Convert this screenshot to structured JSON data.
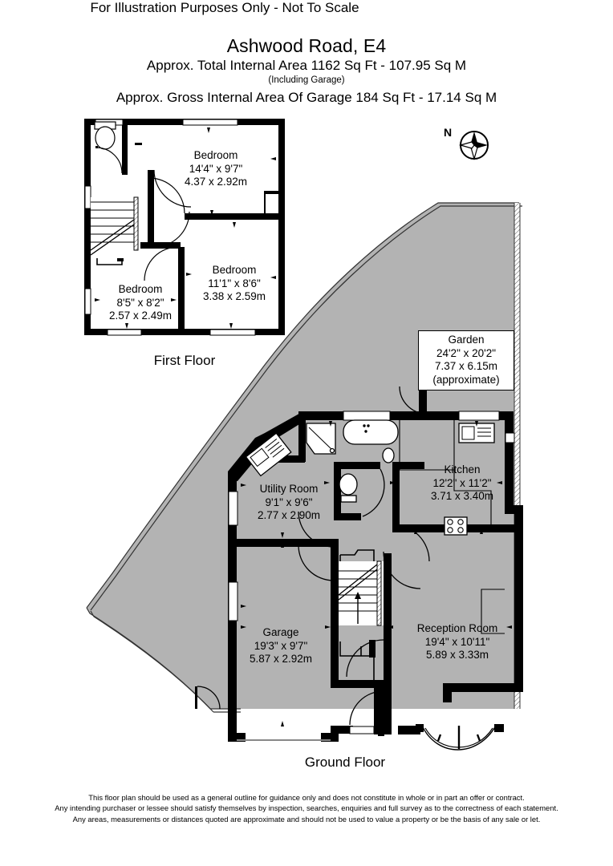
{
  "header": {
    "title": "Ashwood Road, E4",
    "line2": "Approx. Total Internal Area   1162 Sq Ft  -  107.95 Sq M",
    "line3": "(Including Garage)",
    "line4": "Approx. Gross Internal Area Of Garage   184 Sq Ft  -  17.14 Sq M"
  },
  "compass": {
    "north_label": "N"
  },
  "floors": [
    {
      "id": "first",
      "caption": "First Floor"
    },
    {
      "id": "ground",
      "caption": "Ground Floor"
    }
  ],
  "illustration_note": "For Illustration Purposes Only - Not To Scale",
  "disclaimer": {
    "line1": "This floor plan should be used as a general outline for guidance only and does not constitute in whole or in part an offer or contract.",
    "line2": "Any intending purchaser or lessee should satisfy themselves by inspection, searches, enquiries and full survey as to the correctness of each statement.",
    "line3": "Any areas, measurements or distances quoted are approximate and should not be used to value a property or be the basis of any sale or let."
  },
  "rooms": {
    "bedroom1": {
      "name": "Bedroom",
      "imperial": "14'4\" x 9'7\"",
      "metric": "4.37 x 2.92m"
    },
    "bedroom2": {
      "name": "Bedroom",
      "imperial": "11'1\" x 8'6\"",
      "metric": "3.38 x 2.59m"
    },
    "bedroom3": {
      "name": "Bedroom",
      "imperial": "8'5\" x 8'2\"",
      "metric": "2.57 x 2.49m"
    },
    "utility": {
      "name": "Utility Room",
      "imperial": "9'1\" x 9'6\"",
      "metric": "2.77 x 2.90m"
    },
    "kitchen": {
      "name": "Kitchen",
      "imperial": "12'2\" x 11'2\"",
      "metric": "3.71 x 3.40m"
    },
    "garage": {
      "name": "Garage",
      "imperial": "19'3\" x 9'7\"",
      "metric": "5.87 x 2.92m"
    },
    "reception": {
      "name": "Reception Room",
      "imperial": "19'4\" x 10'11\"",
      "metric": "5.89 x 3.33m"
    },
    "garden": {
      "name": "Garden",
      "imperial": "24'2\" x 20'2\"",
      "metric": "7.37 x 6.15m",
      "note": "(approximate)"
    }
  },
  "colors": {
    "wall": "#000000",
    "garden_fill": "#b3b3b3",
    "paper": "#ffffff",
    "line": "#000000"
  }
}
